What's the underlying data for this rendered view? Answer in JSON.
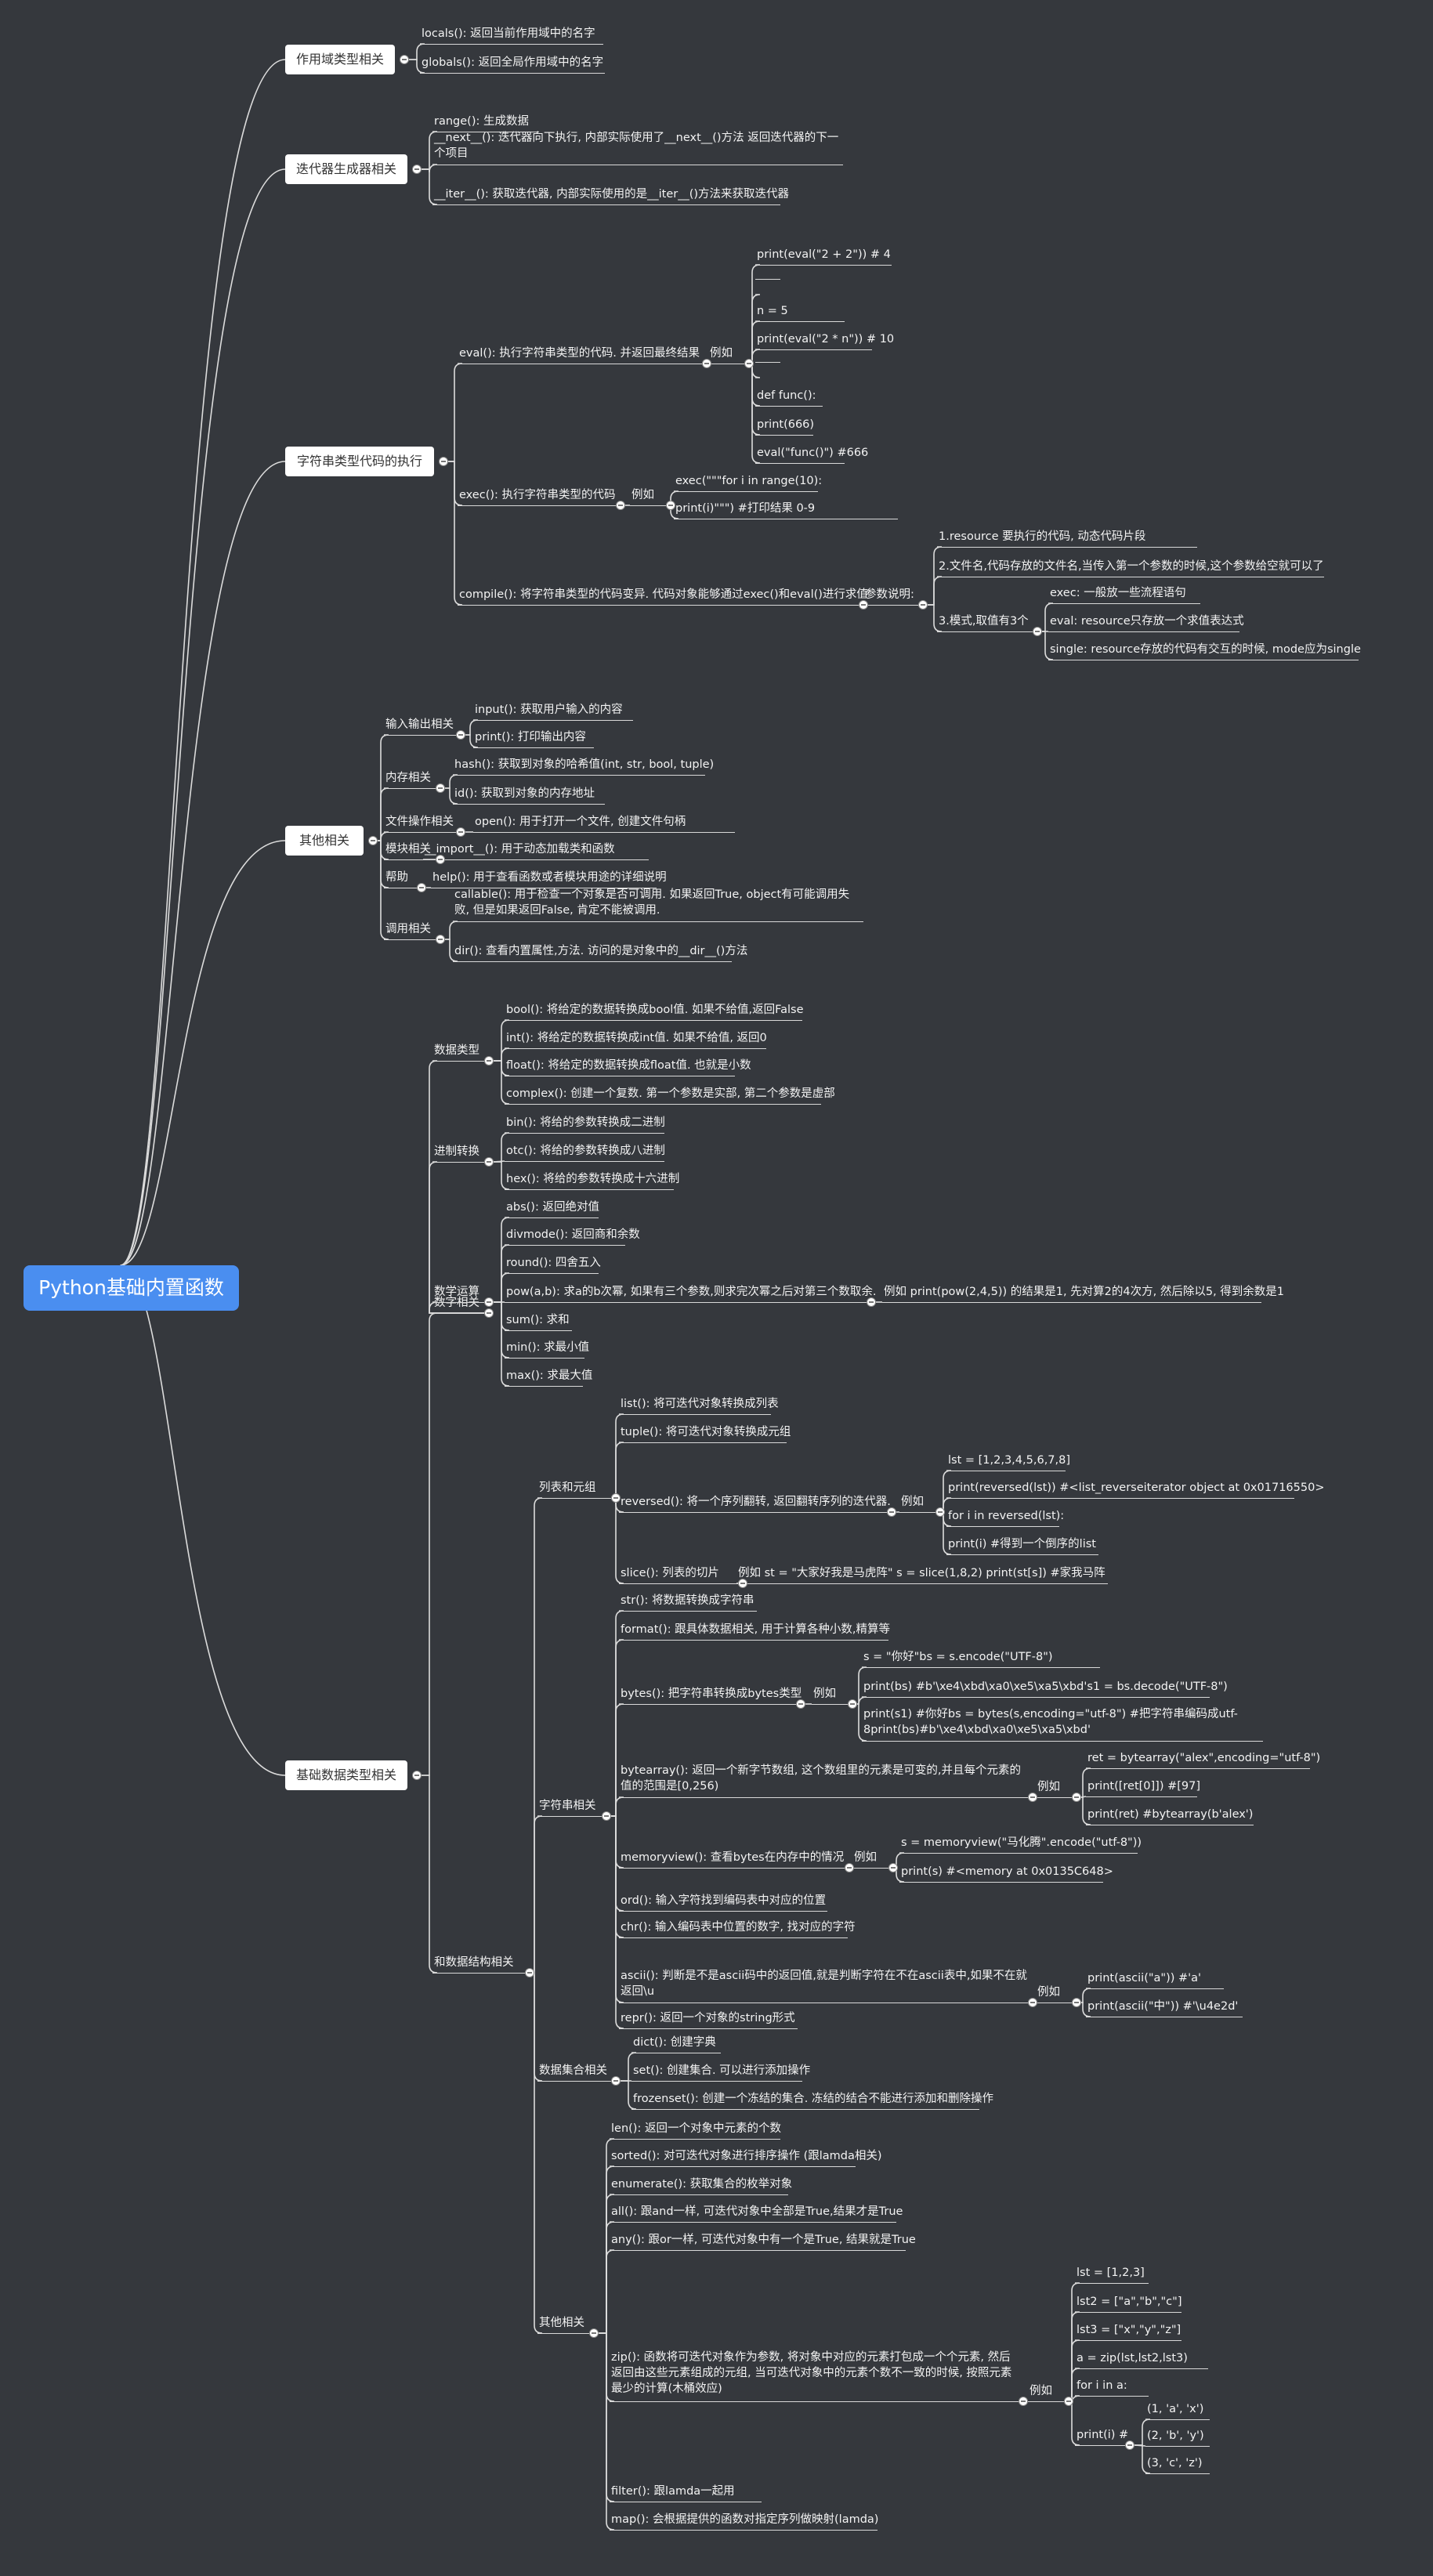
{
  "root": "Python基础内置函数",
  "branches": [
    {
      "label": "作用域类型相关",
      "children": [
        {
          "text": "locals(): 返回当前作用域中的名字"
        },
        {
          "text": "globals(): 返回全局作用域中的名字"
        }
      ]
    },
    {
      "label": "迭代器生成器相关",
      "children": [
        {
          "text": "range(): 生成数据"
        },
        {
          "text": "__next__(): 迭代器向下执行, 内部实际使用了__next__()方法 返回迭代器的下一个项目"
        },
        {
          "text": "__iter__(): 获取迭代器, 内部实际使用的是__iter__()方法来获取迭代器"
        }
      ]
    },
    {
      "label": "字符串类型代码的执行",
      "children": [
        {
          "text": "eval(): 执行字符串类型的代码. 并返回最终结果",
          "children": [
            {
              "text": "例如",
              "children": [
                {
                  "text": "print(eval(\"2 + 2\"))  # 4"
                },
                {
                  "text": ""
                },
                {
                  "text": "n = 5"
                },
                {
                  "text": "print(eval(\"2 * n\")) # 10"
                },
                {
                  "text": ""
                },
                {
                  "text": "def func():"
                },
                {
                  "text": "print(666)"
                },
                {
                  "text": "eval(\"func()\")  #666"
                }
              ]
            }
          ]
        },
        {
          "text": "exec(): 执行字符串类型的代码",
          "children": [
            {
              "text": "例如",
              "children": [
                {
                  "text": "exec(\"\"\"for i in range(10):"
                },
                {
                  "text": "print(i)\"\"\")  #打印结果 0-9"
                }
              ]
            }
          ]
        },
        {
          "text": "compile(): 将字符串类型的代码变异. 代码对象能够通过exec()和eval()进行求值",
          "children": [
            {
              "text": "参数说明:",
              "children": [
                {
                  "text": "1.resource 要执行的代码, 动态代码片段"
                },
                {
                  "text": "2.文件名,代码存放的文件名,当传入第一个参数的时候,这个参数给空就可以了"
                },
                {
                  "text": "3.模式,取值有3个",
                  "children": [
                    {
                      "text": "exec: 一般放一些流程语句"
                    },
                    {
                      "text": "eval: resource只存放一个求值表达式"
                    },
                    {
                      "text": "single: resource存放的代码有交互的时候, mode应为single"
                    }
                  ]
                }
              ]
            }
          ]
        }
      ]
    },
    {
      "label": "其他相关",
      "children": [
        {
          "text": "输入输出相关",
          "children": [
            {
              "text": "input(): 获取用户输入的内容"
            },
            {
              "text": "print(): 打印输出内容"
            }
          ]
        },
        {
          "text": "内存相关",
          "children": [
            {
              "text": "hash(): 获取到对象的哈希值(int, str, bool, tuple)"
            },
            {
              "text": "id(): 获取到对象的内存地址"
            }
          ]
        },
        {
          "text": "文件操作相关",
          "children": [
            {
              "text": "open(): 用于打开一个文件, 创建文件句柄"
            }
          ]
        },
        {
          "text": "模块相关",
          "children": [
            {
              "text": "__import__(): 用于动态加载类和函数"
            }
          ]
        },
        {
          "text": "帮助",
          "children": [
            {
              "text": "help(): 用于查看函数或者模块用途的详细说明"
            }
          ]
        },
        {
          "text": "调用相关",
          "children": [
            {
              "text": "callable(): 用于检查一个对象是否可调用. 如果返回True, object有可能调用失败, 但是如果返回False, 肯定不能被调用."
            },
            {
              "text": "dir(): 查看内置属性,方法. 访问的是对象中的__dir__()方法"
            }
          ]
        }
      ]
    },
    {
      "label": "基础数据类型相关",
      "children": [
        {
          "text": "数字相关",
          "children": [
            {
              "text": "数据类型",
              "children": [
                {
                  "text": "bool(): 将给定的数据转换成bool值. 如果不给值,返回False"
                },
                {
                  "text": "int(): 将给定的数据转换成int值. 如果不给值, 返回0"
                },
                {
                  "text": "float(): 将给定的数据转换成float值. 也就是小数"
                },
                {
                  "text": "complex(): 创建一个复数. 第一个参数是实部, 第二个参数是虚部"
                }
              ]
            },
            {
              "text": "进制转换",
              "children": [
                {
                  "text": "bin(): 将给的参数转换成二进制"
                },
                {
                  "text": "otc(): 将给的参数转换成八进制"
                },
                {
                  "text": "hex(): 将给的参数转换成十六进制"
                }
              ]
            },
            {
              "text": "数学运算",
              "children": [
                {
                  "text": "abs(): 返回绝对值"
                },
                {
                  "text": "divmode(): 返回商和余数"
                },
                {
                  "text": "round(): 四舍五入"
                },
                {
                  "text": "pow(a,b): 求a的b次幂, 如果有三个参数,则求完次幂之后对第三个数取余.",
                  "children": [
                    {
                      "text": "例如 print(pow(2,4,5)) 的结果是1, 先对算2的4次方, 然后除以5, 得到余数是1"
                    }
                  ]
                },
                {
                  "text": "sum(): 求和"
                },
                {
                  "text": "min(): 求最小值"
                },
                {
                  "text": "max(): 求最大值"
                }
              ]
            }
          ]
        },
        {
          "text": "和数据结构相关",
          "children": [
            {
              "text": "列表和元组",
              "children": [
                {
                  "text": "list(): 将可迭代对象转换成列表"
                },
                {
                  "text": "tuple(): 将可迭代对象转换成元组"
                },
                {
                  "text": "reversed(): 将一个序列翻转, 返回翻转序列的迭代器.",
                  "children": [
                    {
                      "text": "例如",
                      "children": [
                        {
                          "text": "lst = [1,2,3,4,5,6,7,8]"
                        },
                        {
                          "text": "print(reversed(lst)) #<list_reverseiterator object at 0x01716550>"
                        },
                        {
                          "text": "for i in reversed(lst):"
                        },
                        {
                          "text": "print(i) #得到一个倒序的list"
                        }
                      ]
                    }
                  ]
                },
                {
                  "text": "slice(): 列表的切片",
                  "children": [
                    {
                      "text": "例如 st = \"大家好我是马虎阵\"    s = slice(1,8,2)    print(st[s]) #家我马阵"
                    }
                  ]
                }
              ]
            },
            {
              "text": "字符串相关",
              "children": [
                {
                  "text": "str(): 将数据转换成字符串"
                },
                {
                  "text": "format(): 跟具体数据相关, 用于计算各种小数,精算等"
                },
                {
                  "text": "bytes(): 把字符串转换成bytes类型",
                  "children": [
                    {
                      "text": "例如",
                      "children": [
                        {
                          "text": "s = \"你好\"bs = s.encode(\"UTF-8\")"
                        },
                        {
                          "text": "print(bs)  #b'\\xe4\\xbd\\xa0\\xe5\\xa5\\xbd's1 = bs.decode(\"UTF-8\")"
                        },
                        {
                          "text": "print(s1)  #你好bs = bytes(s,encoding=\"utf-8\") #把字符串编码成utf-8print(bs)#b'\\xe4\\xbd\\xa0\\xe5\\xa5\\xbd'"
                        }
                      ]
                    }
                  ]
                },
                {
                  "text": "bytearray(): 返回一个新字节数组, 这个数组里的元素是可变的,并且每个元素的值的范围是[0,256)",
                  "children": [
                    {
                      "text": "例如",
                      "children": [
                        {
                          "text": "ret = bytearray(\"alex\",encoding=\"utf-8\")"
                        },
                        {
                          "text": "print([ret[0]]) #[97]"
                        },
                        {
                          "text": "print(ret) #bytearray(b'alex')"
                        }
                      ]
                    }
                  ]
                },
                {
                  "text": "memoryview(): 查看bytes在内存中的情况",
                  "children": [
                    {
                      "text": "例如",
                      "children": [
                        {
                          "text": "s = memoryview(\"马化腾\".encode(\"utf-8\"))"
                        },
                        {
                          "text": "print(s) #<memory at 0x0135C648>"
                        }
                      ]
                    }
                  ]
                },
                {
                  "text": "ord(): 输入字符找到编码表中对应的位置"
                },
                {
                  "text": "chr(): 输入编码表中位置的数字, 找对应的字符"
                },
                {
                  "text": "ascii(): 判断是不是ascii码中的返回值,就是判断字符在不在ascii表中,如果不在就返回\\u",
                  "children": [
                    {
                      "text": "例如",
                      "children": [
                        {
                          "text": "print(ascii(\"a\")) #'a'"
                        },
                        {
                          "text": "print(ascii(\"中\")) #'\\u4e2d'"
                        }
                      ]
                    }
                  ]
                },
                {
                  "text": "repr(): 返回一个对象的string形式"
                }
              ]
            },
            {
              "text": "数据集合相关",
              "children": [
                {
                  "text": "dict(): 创建字典"
                },
                {
                  "text": "set(): 创建集合. 可以进行添加操作"
                },
                {
                  "text": "frozenset(): 创建一个冻结的集合. 冻结的结合不能进行添加和删除操作"
                }
              ]
            },
            {
              "text": "其他相关",
              "children": [
                {
                  "text": "len(): 返回一个对象中元素的个数"
                },
                {
                  "text": "sorted(): 对可迭代对象进行排序操作 (跟lamda相关)"
                },
                {
                  "text": "enumerate(): 获取集合的枚举对象"
                },
                {
                  "text": "all(): 跟and一样, 可迭代对象中全部是True,结果才是True"
                },
                {
                  "text": "any(): 跟or一样, 可迭代对象中有一个是True, 结果就是True"
                },
                {
                  "text": "zip(): 函数将可迭代对象作为参数, 将对象中对应的元素打包成一个个元素, 然后返回由这些元素组成的元组, 当可迭代对象中的元素个数不一致的时候, 按照元素最少的计算(木桶效应)",
                  "children": [
                    {
                      "text": "例如",
                      "children": [
                        {
                          "text": "lst = [1,2,3]"
                        },
                        {
                          "text": "lst2 = [\"a\",\"b\",\"c\"]"
                        },
                        {
                          "text": "lst3 = [\"x\",\"y\",\"z\"]"
                        },
                        {
                          "text": "a = zip(lst,lst2,lst3)"
                        },
                        {
                          "text": "for i in a:"
                        },
                        {
                          "text": "print(i) #",
                          "children": [
                            {
                              "text": "(1, 'a', 'x')"
                            },
                            {
                              "text": "(2, 'b', 'y')"
                            },
                            {
                              "text": "(3, 'c', 'z')"
                            }
                          ]
                        }
                      ]
                    }
                  ]
                },
                {
                  "text": "filter(): 跟lamda一起用"
                },
                {
                  "text": "map(): 会根据提供的函数对指定序列做映射(lamda)"
                }
              ]
            }
          ]
        }
      ]
    }
  ]
}
